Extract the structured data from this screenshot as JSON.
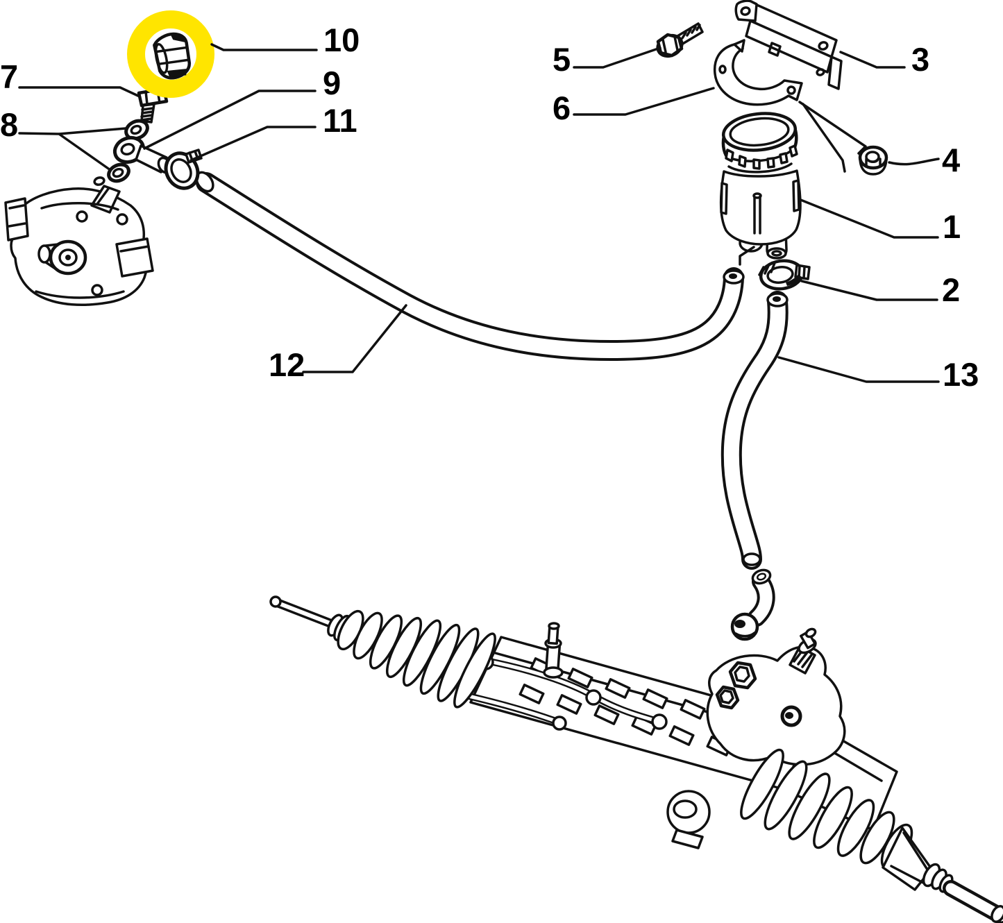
{
  "figure": {
    "background": "#ffffff",
    "line_color": "#111111",
    "highlight_color": "#ffe500",
    "highlighted_callout": "10"
  },
  "callouts": {
    "p1": {
      "label": "1"
    },
    "p2": {
      "label": "2"
    },
    "p3": {
      "label": "3"
    },
    "p4": {
      "label": "4"
    },
    "p5": {
      "label": "5"
    },
    "p6": {
      "label": "6"
    },
    "p7": {
      "label": "7"
    },
    "p8": {
      "label": "8"
    },
    "p9": {
      "label": "9"
    },
    "p10": {
      "label": "10"
    },
    "p11": {
      "label": "11"
    },
    "p12": {
      "label": "12"
    },
    "p13": {
      "label": "13"
    }
  }
}
